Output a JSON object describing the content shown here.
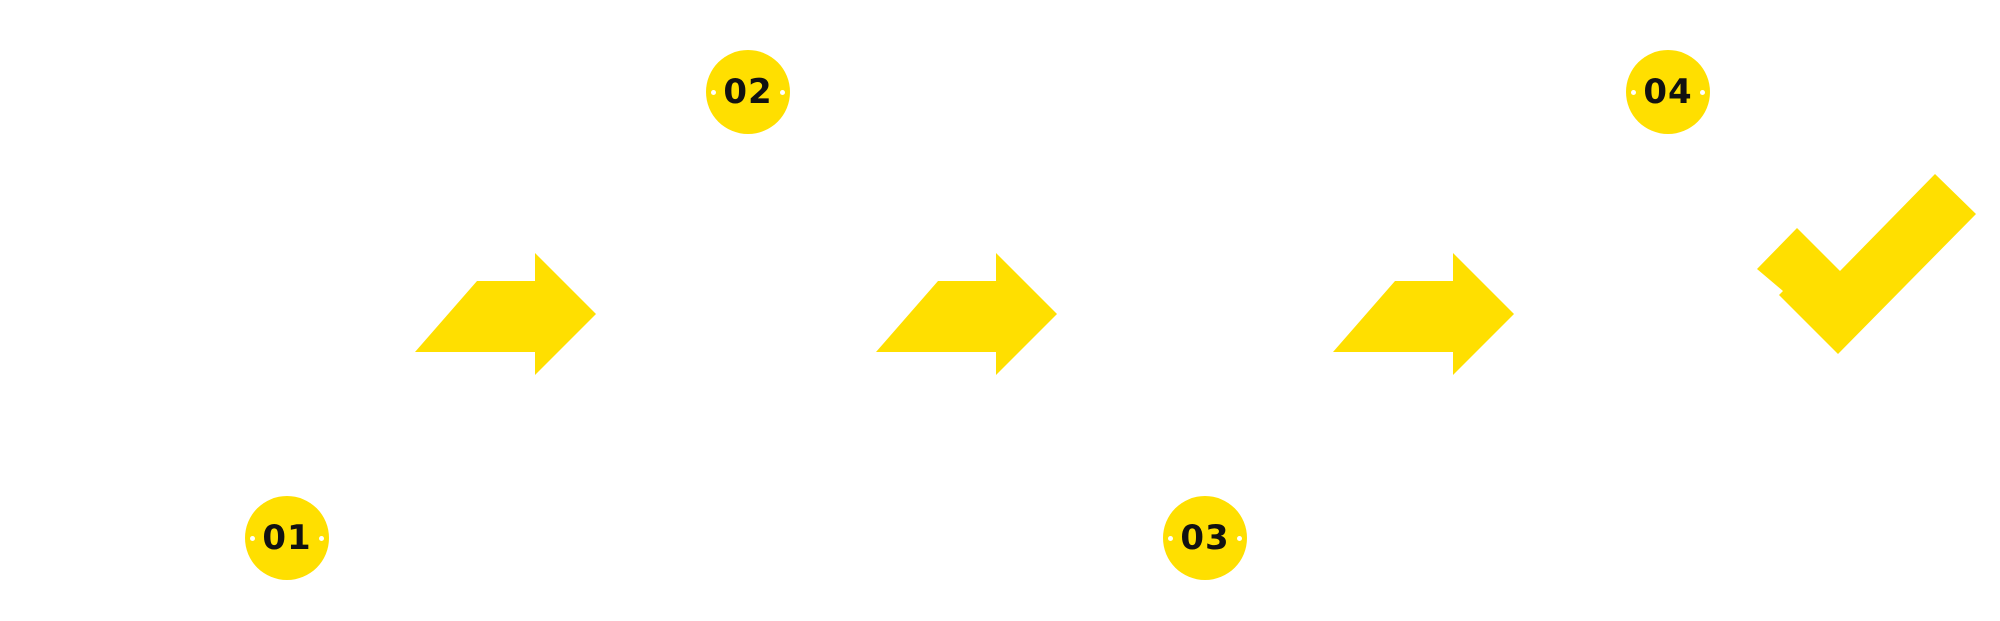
{
  "steps": [
    {
      "number": "01"
    },
    {
      "number": "02"
    },
    {
      "number": "03"
    },
    {
      "number": "04"
    }
  ],
  "connectors": [
    "arrow-right-icon",
    "arrow-right-icon",
    "arrow-right-icon"
  ],
  "final_icon": "checkmark-icon",
  "colors": {
    "accent": "#FFDF00",
    "number_text": "#111111",
    "background": "#FFFFFF"
  }
}
